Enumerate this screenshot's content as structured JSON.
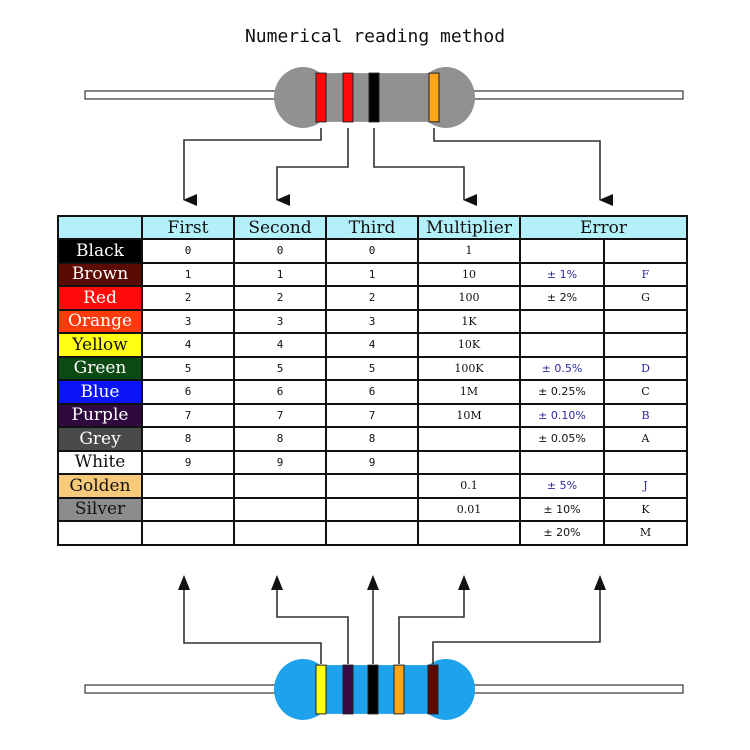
{
  "title": "Numerical reading method",
  "headers": {
    "color": "",
    "first": "First",
    "second": "Second",
    "third": "Third",
    "multiplier": "Multiplier",
    "error": "Error"
  },
  "rows": [
    {
      "name": "Black",
      "bg": "#000000",
      "fg": "#ffffff",
      "first": "0",
      "second": "0",
      "third": "0",
      "multiplier": "1",
      "error": "",
      "code": "",
      "highlight": false
    },
    {
      "name": "Brown",
      "bg": "#5a0a00",
      "fg": "#ffffff",
      "first": "1",
      "second": "1",
      "third": "1",
      "multiplier": "10",
      "error": "± 1%",
      "code": "F",
      "highlight": true
    },
    {
      "name": "Red",
      "bg": "#ff0a0a",
      "fg": "#ffffff",
      "first": "2",
      "second": "2",
      "third": "2",
      "multiplier": "100",
      "error": "± 2%",
      "code": "G",
      "highlight": false
    },
    {
      "name": "Orange",
      "bg": "#ff3a0c",
      "fg": "#ffffff",
      "first": "3",
      "second": "3",
      "third": "3",
      "multiplier": "1K",
      "error": "",
      "code": "",
      "highlight": false
    },
    {
      "name": "Yellow",
      "bg": "#ffff14",
      "fg": "#111111",
      "first": "4",
      "second": "4",
      "third": "4",
      "multiplier": "10K",
      "error": "",
      "code": "",
      "highlight": false
    },
    {
      "name": "Green",
      "bg": "#0b4a12",
      "fg": "#ffffff",
      "first": "5",
      "second": "5",
      "third": "5",
      "multiplier": "100K",
      "error": "± 0.5%",
      "code": "D",
      "highlight": true
    },
    {
      "name": "Blue",
      "bg": "#0a14f5",
      "fg": "#ffffff",
      "first": "6",
      "second": "6",
      "third": "6",
      "multiplier": "1M",
      "error": "± 0.25%",
      "code": "C",
      "highlight": false
    },
    {
      "name": "Purple",
      "bg": "#2e0a3e",
      "fg": "#ffffff",
      "first": "7",
      "second": "7",
      "third": "7",
      "multiplier": "10M",
      "error": "± 0.10%",
      "code": "B",
      "highlight": true
    },
    {
      "name": "Grey",
      "bg": "#4a4a4a",
      "fg": "#ffffff",
      "first": "8",
      "second": "8",
      "third": "8",
      "multiplier": "",
      "error": "± 0.05%",
      "code": "A",
      "highlight": false
    },
    {
      "name": "White",
      "bg": "#ffffff",
      "fg": "#111111",
      "first": "9",
      "second": "9",
      "third": "9",
      "multiplier": "",
      "error": "",
      "code": "",
      "highlight": false
    },
    {
      "name": "Golden",
      "bg": "#f7c97a",
      "fg": "#111111",
      "first": "",
      "second": "",
      "third": "",
      "multiplier": "0.1",
      "error": "± 5%",
      "code": "J",
      "highlight": true
    },
    {
      "name": "Silver",
      "bg": "#8c8c8c",
      "fg": "#111111",
      "first": "",
      "second": "",
      "third": "",
      "multiplier": "0.01",
      "error": "± 10%",
      "code": "K",
      "highlight": false
    },
    {
      "name": "",
      "bg": "#ffffff",
      "fg": "#111111",
      "first": "",
      "second": "",
      "third": "",
      "multiplier": "",
      "error": "± 20%",
      "code": "M",
      "highlight": false
    }
  ],
  "top_resistor": {
    "body_color": "#919191",
    "bands": [
      "Red",
      "Red",
      "Black",
      "Orange"
    ],
    "band_colors": [
      "#ff0a0a",
      "#ff0a0a",
      "#000000",
      "#ffa51a"
    ]
  },
  "bottom_resistor": {
    "body_color": "#1ea2ec",
    "bands": [
      "Yellow",
      "Purple",
      "Black",
      "Orange",
      "Brown"
    ],
    "band_colors": [
      "#ffff14",
      "#3a0a44",
      "#000000",
      "#ffa51a",
      "#5a0a00"
    ]
  },
  "colors": {
    "header_bg": "#b3f0f9",
    "highlight_text": "#2a2aa0",
    "line": "#333333"
  }
}
